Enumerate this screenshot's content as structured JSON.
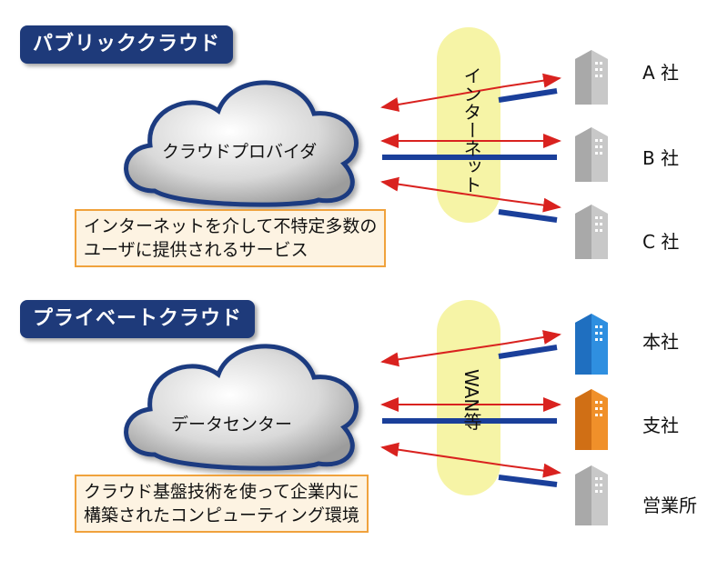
{
  "public": {
    "title": "パブリッククラウド",
    "provider": "クラウドプロバイダ",
    "network": "インターネット",
    "note_line1": "インターネットを介して不特定多数の",
    "note_line2": "ユーザに提供されるサービス",
    "companies": [
      "A 社",
      "B 社",
      "C 社"
    ]
  },
  "private": {
    "title": "プライベートクラウド",
    "provider": "データセンター",
    "network": "WAN等",
    "note_line1": "クラウド基盤技術を使って企業内に",
    "note_line2": "構築されたコンピューティング環境",
    "companies": [
      "本社",
      "支社",
      "営業所"
    ]
  },
  "colors": {
    "badge": "#1e3a7a",
    "arrow": "#d9221f",
    "link": "#1a3f9a",
    "network_pill": "#f6f4a6",
    "note_border": "#f0a23c",
    "note_fill": "#fdf3e2",
    "building_gray": "#c8c8c8",
    "building_blue": "#2f8fe0",
    "building_orange": "#f0902a"
  }
}
